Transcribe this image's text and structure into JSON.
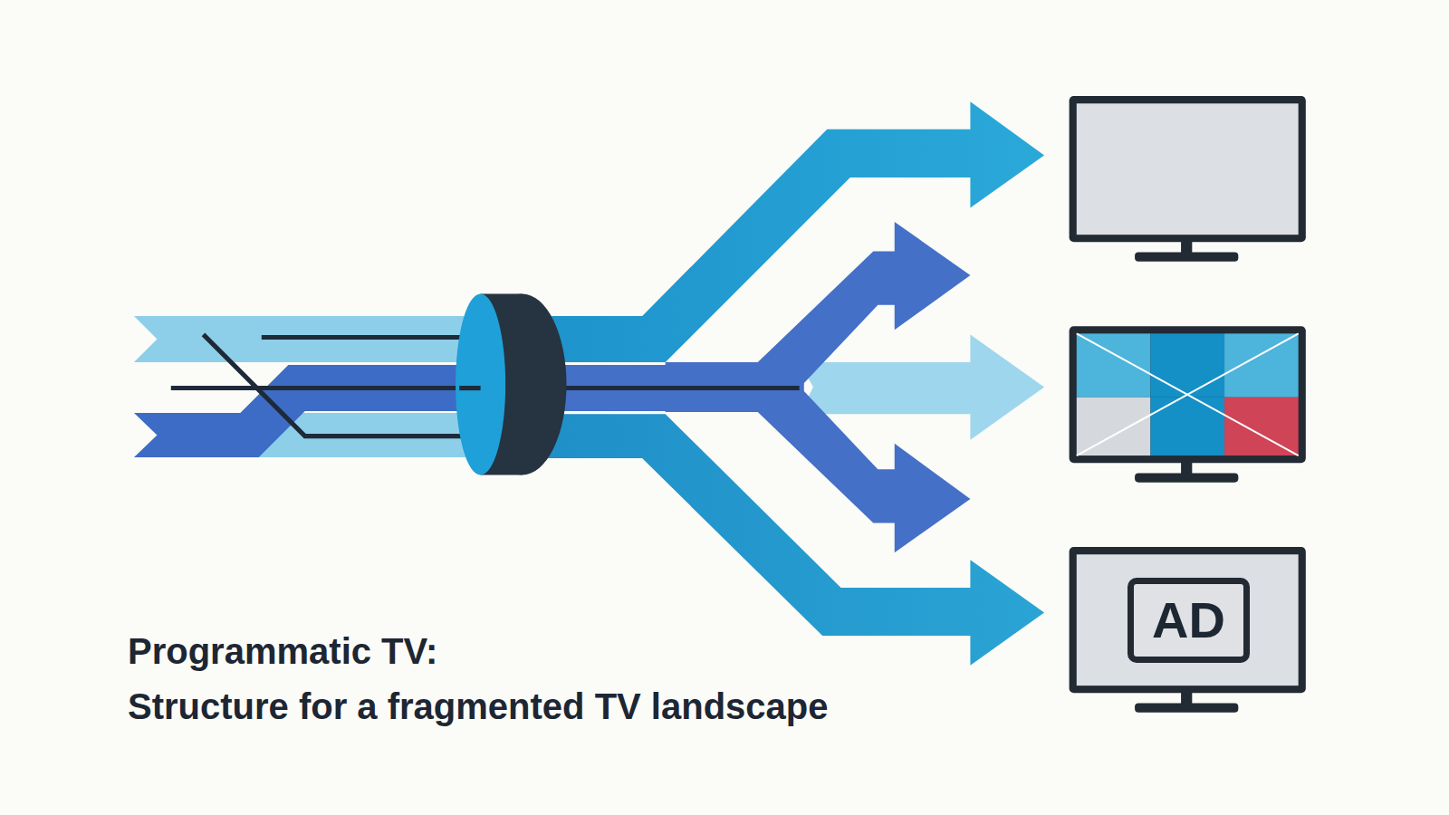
{
  "diagram": {
    "title": "Programmatic TV:",
    "caption": "Structure for a fragmented TV landscape",
    "nodes": [
      {
        "text": [
          "AD"
        ]
      }
    ]
  }
}
